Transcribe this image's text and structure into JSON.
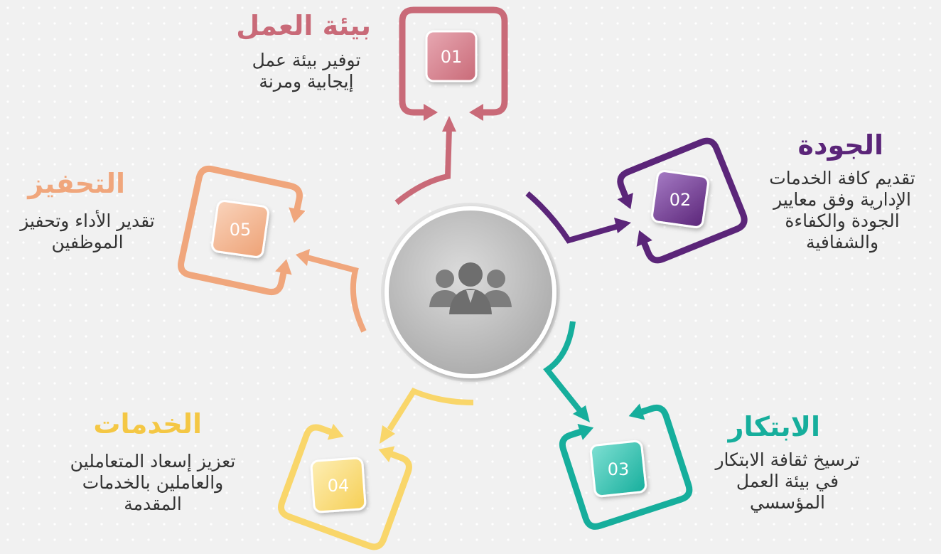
{
  "center": {
    "icon": "people-group-icon"
  },
  "items": [
    {
      "number": "01",
      "title": "بيئة العمل",
      "description": "توفير بيئة عمل\nإيجابية ومرنة",
      "color": "#c96a78",
      "light": "#e7a8b2"
    },
    {
      "number": "02",
      "title": "الجودة",
      "description": "تقديم كافة الخدمات\nالإدارية وفق معايير\nالجودة والكفاءة\nوالشفافية",
      "color": "#5b2579",
      "light": "#a57bc4"
    },
    {
      "number": "03",
      "title": "الابتكار",
      "description": "ترسيخ ثقافة الابتكار\nفي بيئة العمل\nالمؤسسي",
      "color": "#16ae9c",
      "light": "#7fe0d3"
    },
    {
      "number": "04",
      "title": "الخدمات",
      "description": "تعزيز إسعاد المتعاملين\nوالعاملين بالخدمات\nالمقدمة",
      "color": "#f9d66a",
      "light": "#fdeeb5"
    },
    {
      "number": "05",
      "title": "التحفيز",
      "description": "تقدير الأداء وتحفيز\nالموظفين",
      "color": "#f0a67c",
      "light": "#f9d3bb"
    }
  ]
}
